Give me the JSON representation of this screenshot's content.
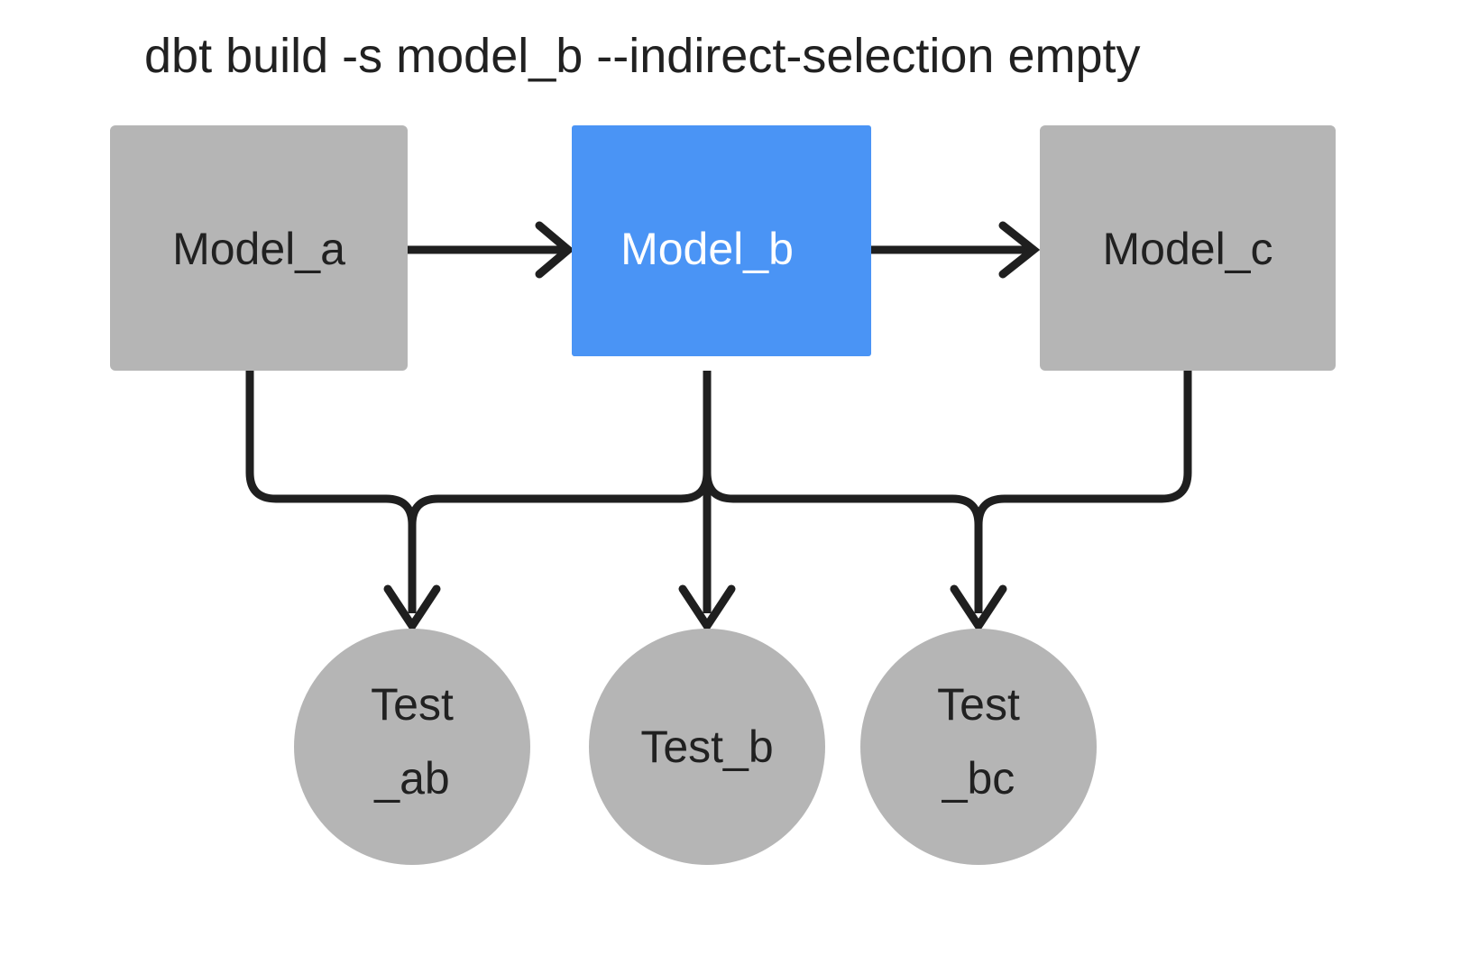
{
  "title": "dbt build -s model_b --indirect-selection empty",
  "colors": {
    "background": "#ffffff",
    "node_default": "#b5b5b5",
    "node_selected": "#4a94f5",
    "edge": "#1f1f1f",
    "text_dark": "#212121",
    "text_light": "#ffffff"
  },
  "nodes": {
    "model_a": {
      "label": "Model_a",
      "shape": "rectangle",
      "state": "unselected"
    },
    "model_b": {
      "label": "Model_b",
      "shape": "rectangle",
      "state": "selected"
    },
    "model_c": {
      "label": "Model_c",
      "shape": "rectangle",
      "state": "unselected"
    },
    "test_ab": {
      "label_line1": "Test",
      "label_line2": "_ab",
      "shape": "circle",
      "state": "unselected"
    },
    "test_b": {
      "label_line1": "Test_b",
      "label_line2": "",
      "shape": "circle",
      "state": "unselected"
    },
    "test_bc": {
      "label_line1": "Test",
      "label_line2": "_bc",
      "shape": "circle",
      "state": "unselected"
    }
  },
  "edges": [
    {
      "from": "model_a",
      "to": "model_b",
      "style": "straight-right"
    },
    {
      "from": "model_b",
      "to": "model_c",
      "style": "straight-right"
    },
    {
      "from": "model_a",
      "to": "test_ab",
      "style": "elbow-down"
    },
    {
      "from": "model_b",
      "to": "test_ab",
      "style": "elbow-down"
    },
    {
      "from": "model_b",
      "to": "test_b",
      "style": "straight-down"
    },
    {
      "from": "model_b",
      "to": "test_bc",
      "style": "elbow-down"
    },
    {
      "from": "model_c",
      "to": "test_bc",
      "style": "elbow-down"
    }
  ]
}
